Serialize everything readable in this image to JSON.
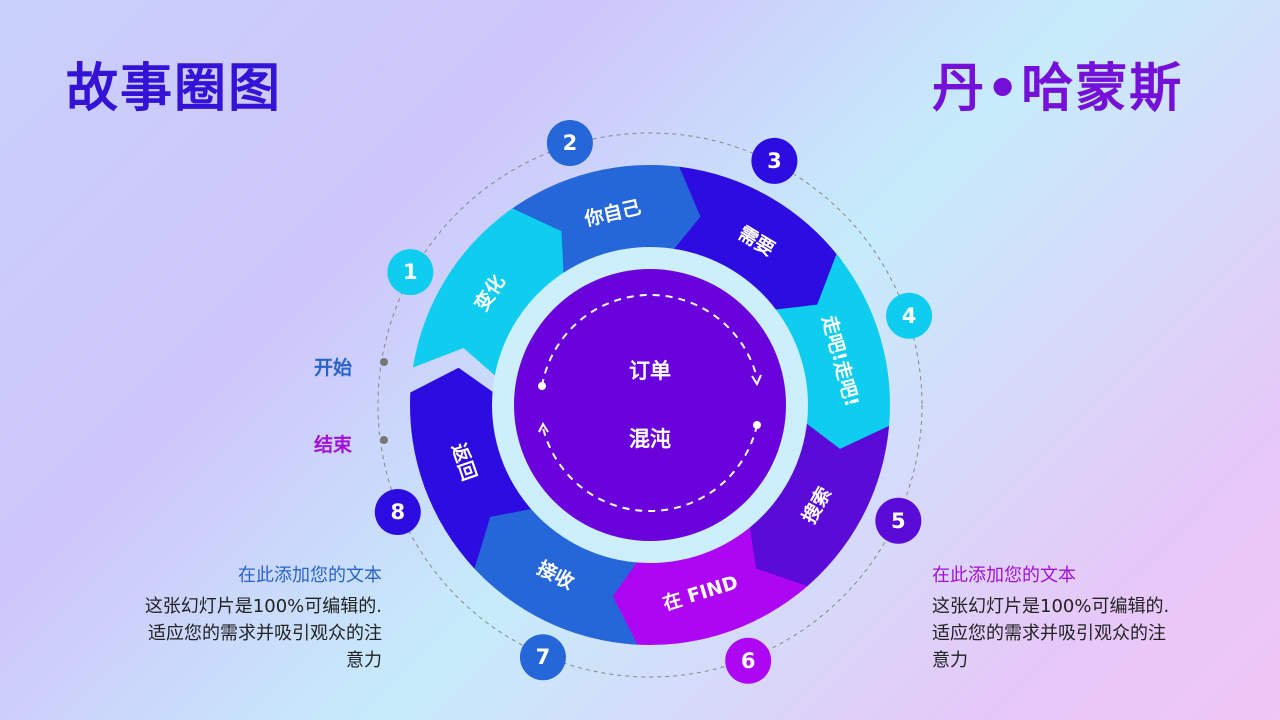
{
  "header": {
    "title_left": "故事圈图",
    "title_right": "丹•哈蒙斯"
  },
  "cycle": {
    "segments": [
      {
        "number": "1",
        "label": "变化",
        "color": "#0fcdee"
      },
      {
        "number": "2",
        "label": "你自己",
        "color": "#2566d8"
      },
      {
        "number": "3",
        "label": "需要",
        "color": "#2c0ce0"
      },
      {
        "number": "4",
        "label": "走吧!走吧!",
        "color": "#0fcdee"
      },
      {
        "number": "5",
        "label": "搜索",
        "color": "#5a0bd8"
      },
      {
        "number": "6",
        "label": "在 FIND",
        "color": "#ac06f2"
      },
      {
        "number": "7",
        "label": "接收",
        "color": "#2566d8"
      },
      {
        "number": "8",
        "label": "返回",
        "color": "#2c0ce0"
      }
    ],
    "center_top": "订单",
    "center_bottom": "混沌",
    "center_color": "#6a02dc"
  },
  "markers": {
    "start": "开始",
    "end": "结束"
  },
  "text_left": {
    "heading": "在此添加您的文本",
    "line1": "这张幻灯片是100%可编辑的.",
    "line2": "适应您的需求并吸引观众的注",
    "line3": "意力"
  },
  "text_right": {
    "heading": "在此添加您的文本",
    "line1": "这张幻灯片是100%可编辑的.",
    "line2": "适应您的需求并吸引观众的注",
    "line3": "意力"
  }
}
